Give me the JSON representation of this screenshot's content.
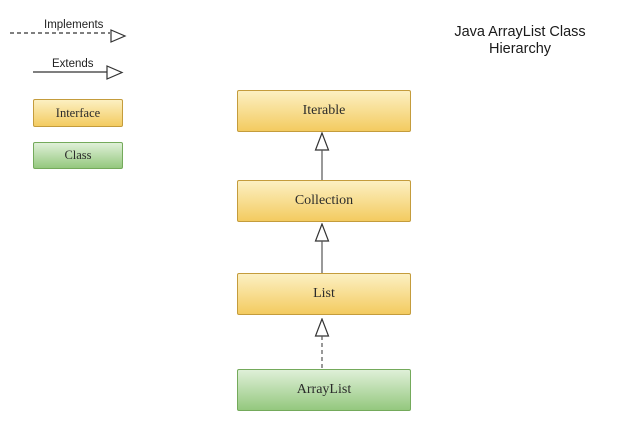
{
  "title": {
    "line1": "Java ArrayList Class",
    "line2": "Hierarchy"
  },
  "legend": {
    "implements_label": "Implements",
    "extends_label": "Extends",
    "interface_label": "Interface",
    "class_label": "Class"
  },
  "diagram": {
    "nodes": [
      {
        "id": "iterable",
        "label": "Iterable",
        "type": "interface"
      },
      {
        "id": "collection",
        "label": "Collection",
        "type": "interface"
      },
      {
        "id": "list",
        "label": "List",
        "type": "interface"
      },
      {
        "id": "arraylist",
        "label": "ArrayList",
        "type": "class"
      }
    ],
    "edges": [
      {
        "from": "collection",
        "to": "iterable",
        "relation": "extends"
      },
      {
        "from": "list",
        "to": "collection",
        "relation": "extends"
      },
      {
        "from": "arraylist",
        "to": "list",
        "relation": "implements"
      }
    ]
  },
  "colors": {
    "interface_fill_top": "#FCF0C2",
    "interface_fill_bottom": "#F3CB60",
    "interface_border": "#C49C3C",
    "class_fill_top": "#DFF0D8",
    "class_fill_bottom": "#94C87E",
    "class_border": "#74AA5B",
    "line_color": "#555555",
    "arrow_outline": "#333333",
    "text_color": "#2b2b2b"
  }
}
